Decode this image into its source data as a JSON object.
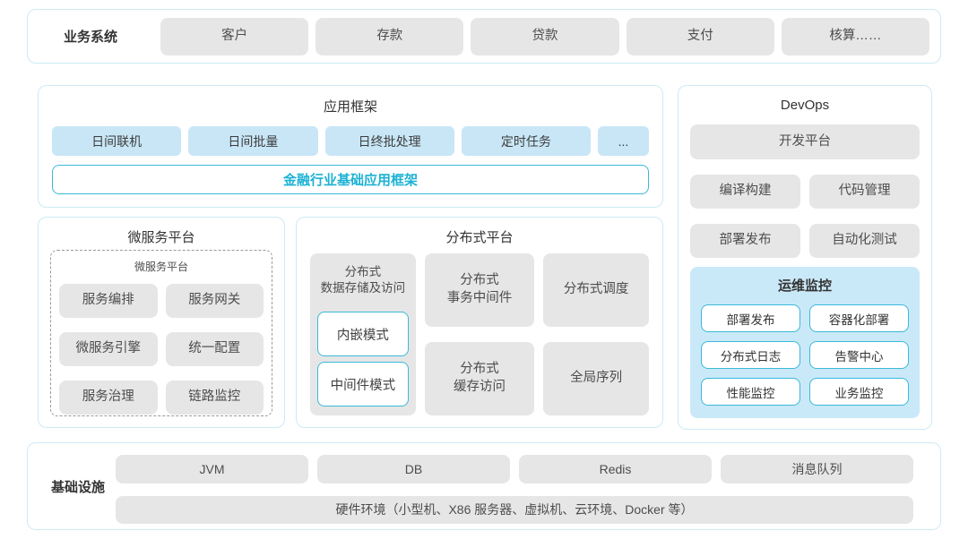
{
  "colors": {
    "panel_border": "#cdeaf4",
    "gray_block": "#e6e6e6",
    "blue_block": "#c8e6f6",
    "monitor_bg": "#cae9f8",
    "teal_border": "#3ab9d9",
    "accent_teal_text": "#1cb2d4",
    "text_dark": "#404040"
  },
  "business_systems": {
    "label": "业务系统",
    "items": [
      "客户",
      "存款",
      "贷款",
      "支付",
      "核算……"
    ]
  },
  "app_framework": {
    "title": "应用框架",
    "items": [
      "日间联机",
      "日间批量",
      "日终批处理",
      "定时任务",
      "..."
    ],
    "base_label": "金融行业基础应用框架"
  },
  "devops": {
    "title": "DevOps",
    "platform": "开发平台",
    "items": [
      "编译构建",
      "代码管理",
      "部署发布",
      "自动化测试"
    ],
    "monitor": {
      "title": "运维监控",
      "items": [
        "部署发布",
        "容器化部署",
        "分布式日志",
        "告警中心",
        "性能监控",
        "业务监控"
      ]
    }
  },
  "microservices": {
    "title": "微服务平台",
    "inner_title": "微服务平台",
    "items": [
      "服务编排",
      "服务网关",
      "微服务引擎",
      "统一配置",
      "服务治理",
      "链路监控"
    ]
  },
  "distributed": {
    "title": "分布式平台",
    "storage": {
      "label": "分布式\n数据存储及访问",
      "modes": [
        "内嵌模式",
        "中间件模式"
      ]
    },
    "cells": [
      "分布式\n事务中间件",
      "分布式调度",
      "分布式\n缓存访问",
      "全局序列"
    ]
  },
  "infrastructure": {
    "label": "基础设施",
    "items": [
      "JVM",
      "DB",
      "Redis",
      "消息队列"
    ],
    "hardware": "硬件环境（小型机、X86 服务器、虚拟机、云环境、Docker 等）"
  }
}
